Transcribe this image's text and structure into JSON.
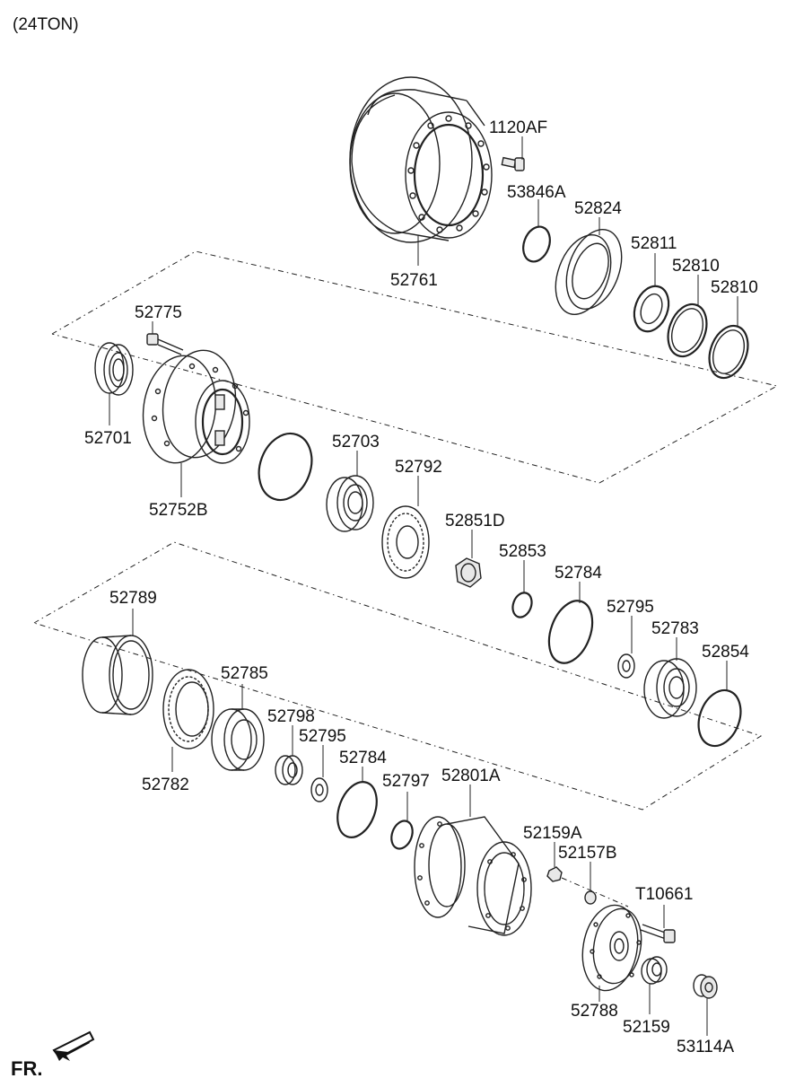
{
  "header": {
    "capacity_label": "(24TON)"
  },
  "footer": {
    "direction_label": "FR."
  },
  "parts": [
    {
      "id": "p_1120AF",
      "number": "1120AF"
    },
    {
      "id": "p_53846A",
      "number": "53846A"
    },
    {
      "id": "p_52824",
      "number": "52824"
    },
    {
      "id": "p_52811",
      "number": "52811"
    },
    {
      "id": "p_52810a",
      "number": "52810"
    },
    {
      "id": "p_52810b",
      "number": "52810"
    },
    {
      "id": "p_52761",
      "number": "52761"
    },
    {
      "id": "p_52775",
      "number": "52775"
    },
    {
      "id": "p_52701",
      "number": "52701"
    },
    {
      "id": "p_52752B",
      "number": "52752B"
    },
    {
      "id": "p_52703",
      "number": "52703"
    },
    {
      "id": "p_52792",
      "number": "52792"
    },
    {
      "id": "p_52851D",
      "number": "52851D"
    },
    {
      "id": "p_52853",
      "number": "52853"
    },
    {
      "id": "p_52784a",
      "number": "52784"
    },
    {
      "id": "p_52795a",
      "number": "52795"
    },
    {
      "id": "p_52783",
      "number": "52783"
    },
    {
      "id": "p_52854",
      "number": "52854"
    },
    {
      "id": "p_52789",
      "number": "52789"
    },
    {
      "id": "p_52785",
      "number": "52785"
    },
    {
      "id": "p_52798",
      "number": "52798"
    },
    {
      "id": "p_52795b",
      "number": "52795"
    },
    {
      "id": "p_52784b",
      "number": "52784"
    },
    {
      "id": "p_52797",
      "number": "52797"
    },
    {
      "id": "p_52801A",
      "number": "52801A"
    },
    {
      "id": "p_52782",
      "number": "52782"
    },
    {
      "id": "p_52159A",
      "number": "52159A"
    },
    {
      "id": "p_52157B",
      "number": "52157B"
    },
    {
      "id": "p_T10661",
      "number": "T10661"
    },
    {
      "id": "p_52788",
      "number": "52788"
    },
    {
      "id": "p_52159",
      "number": "52159"
    },
    {
      "id": "p_53114A",
      "number": "53114A"
    }
  ]
}
